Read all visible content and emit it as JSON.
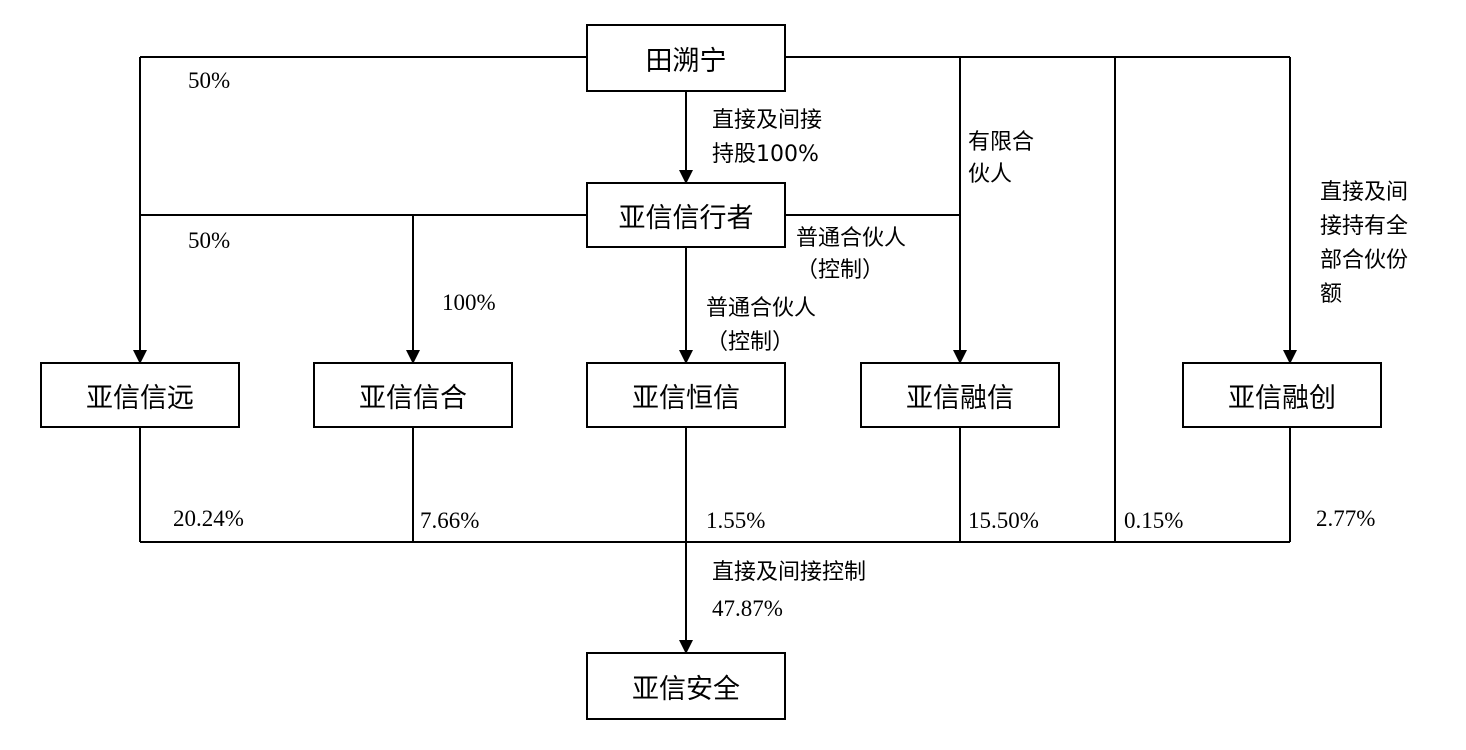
{
  "entities": {
    "tian": "田溯宁",
    "xingzhe": "亚信信行者",
    "xinyuan": "亚信信远",
    "xinhe": "亚信信合",
    "hengxin": "亚信恒信",
    "rongxin": "亚信融信",
    "rongchuang": "亚信融创",
    "security": "亚信安全"
  },
  "edges": {
    "tian_xinyuan": "50%",
    "tian_xingzhe_1": "直接及间接",
    "tian_xingzhe_2": "持股100%",
    "tian_rongxin_1": "有限合",
    "tian_rongxin_2": "伙人",
    "tian_rongchuang_1": "直接及间",
    "tian_rongchuang_2": "接持有全",
    "tian_rongchuang_3": "部合伙份",
    "tian_rongchuang_4": "额",
    "xingzhe_xinyuan": "50%",
    "xingzhe_xinhe": "100%",
    "xingzhe_hengxin_1": "普通合伙人",
    "xingzhe_hengxin_2": "（控制）",
    "xingzhe_rongxin_1": "普通合伙人",
    "xingzhe_rongxin_2": "（控制）",
    "xinyuan_security": "20.24%",
    "xinhe_security": "7.66%",
    "hengxin_security": "1.55%",
    "rongxin_security": "15.50%",
    "tian_security": "0.15%",
    "rongchuang_security": "2.77%",
    "total_1": "直接及间接控制",
    "total_2": "47.87%"
  }
}
